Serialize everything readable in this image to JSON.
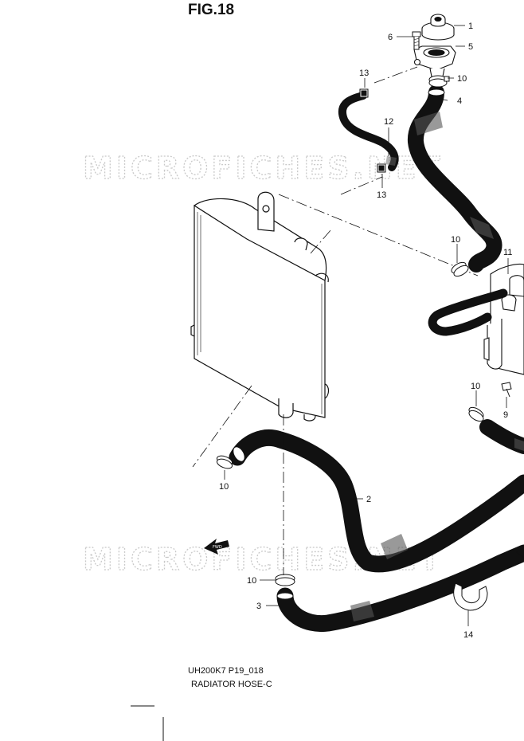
{
  "figure": {
    "title": "FIG.18",
    "code": "UH200K7 P19_018",
    "name": "RADIATOR HOSE-C",
    "watermark": "MICROFICHES.NET"
  },
  "callouts": [
    {
      "id": "c1",
      "label": "1",
      "part": "radiator cap"
    },
    {
      "id": "c6",
      "label": "6",
      "part": "bolt"
    },
    {
      "id": "c5",
      "label": "5",
      "part": "filler neck"
    },
    {
      "id": "c10a",
      "label": "10",
      "part": "hose clamp"
    },
    {
      "id": "c13a",
      "label": "13",
      "part": "clip"
    },
    {
      "id": "c4",
      "label": "4",
      "part": "radiator inlet hose"
    },
    {
      "id": "c12",
      "label": "12",
      "part": "overflow hose"
    },
    {
      "id": "c13b",
      "label": "13",
      "part": "clip"
    },
    {
      "id": "c10b",
      "label": "10",
      "part": "hose clamp"
    },
    {
      "id": "c11",
      "label": "11",
      "part": "reservoir tank"
    },
    {
      "id": "c10c",
      "label": "10",
      "part": "hose clamp"
    },
    {
      "id": "c9",
      "label": "9",
      "part": "bolt"
    },
    {
      "id": "c10d",
      "label": "10",
      "part": "hose clamp"
    },
    {
      "id": "c2",
      "label": "2",
      "part": "radiator outlet hose"
    },
    {
      "id": "c10e",
      "label": "10",
      "part": "hose clamp"
    },
    {
      "id": "c3",
      "label": "3",
      "part": "water hose"
    },
    {
      "id": "c14",
      "label": "14",
      "part": "hose holder"
    }
  ],
  "fwd_label": "FWD"
}
